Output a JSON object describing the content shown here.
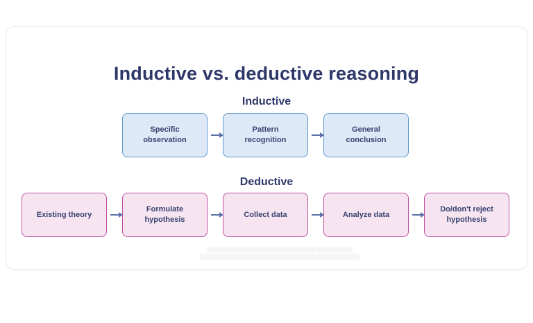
{
  "page": {
    "title": "Inductive vs. deductive reasoning"
  },
  "colors": {
    "title_text": "#2d3768",
    "box_text": "#36426f",
    "inductive_fill": "#dde9f6",
    "inductive_border": "#5e97cf",
    "deductive_fill": "#f7e4f1",
    "deductive_border": "#bc509e",
    "arrow": "#5b6fa8",
    "card_border": "#e9eaf2"
  },
  "inductive": {
    "label": "Inductive",
    "steps": [
      "Specific observation",
      "Pattern recognition",
      "General conclusion"
    ]
  },
  "deductive": {
    "label": "Deductive",
    "steps": [
      "Existing theory",
      "Formulate hypothesis",
      "Collect data",
      "Analyze data",
      "Do/don't reject hypothesis"
    ]
  }
}
